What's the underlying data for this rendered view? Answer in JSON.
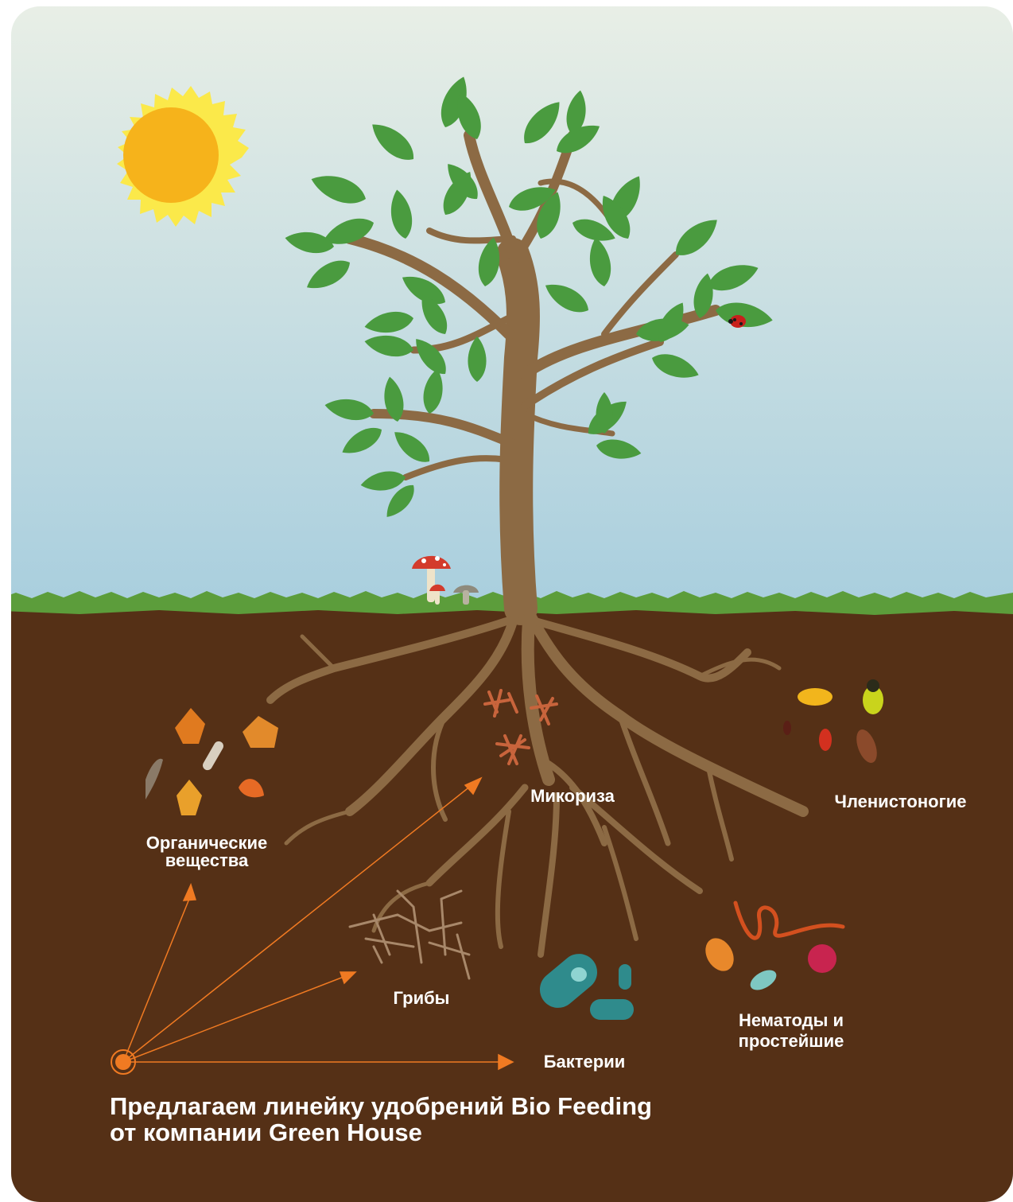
{
  "labels": {
    "mycorrhiza": "Микориза",
    "arthropods": "Членистоногие",
    "organic": "Органические\nвещества",
    "fungi": "Грибы",
    "bacteria": "Бактерии",
    "nematodes": "Нематоды и\nпростейшие"
  },
  "footer": {
    "line1": "Предлагаем линейку удобрений Bio Feeding",
    "line2": "от компании Green House"
  },
  "colors": {
    "sky_top": "#e8eee6",
    "sky_bottom": "#a9cfdf",
    "soil": "#553016",
    "grass": "#5a9c3a",
    "trunk": "#8d6a45",
    "leaf": "#4a9b3f",
    "sun": "#f7b51a",
    "sun_rays": "#fbe94a",
    "accent_orange": "#f07a22"
  }
}
